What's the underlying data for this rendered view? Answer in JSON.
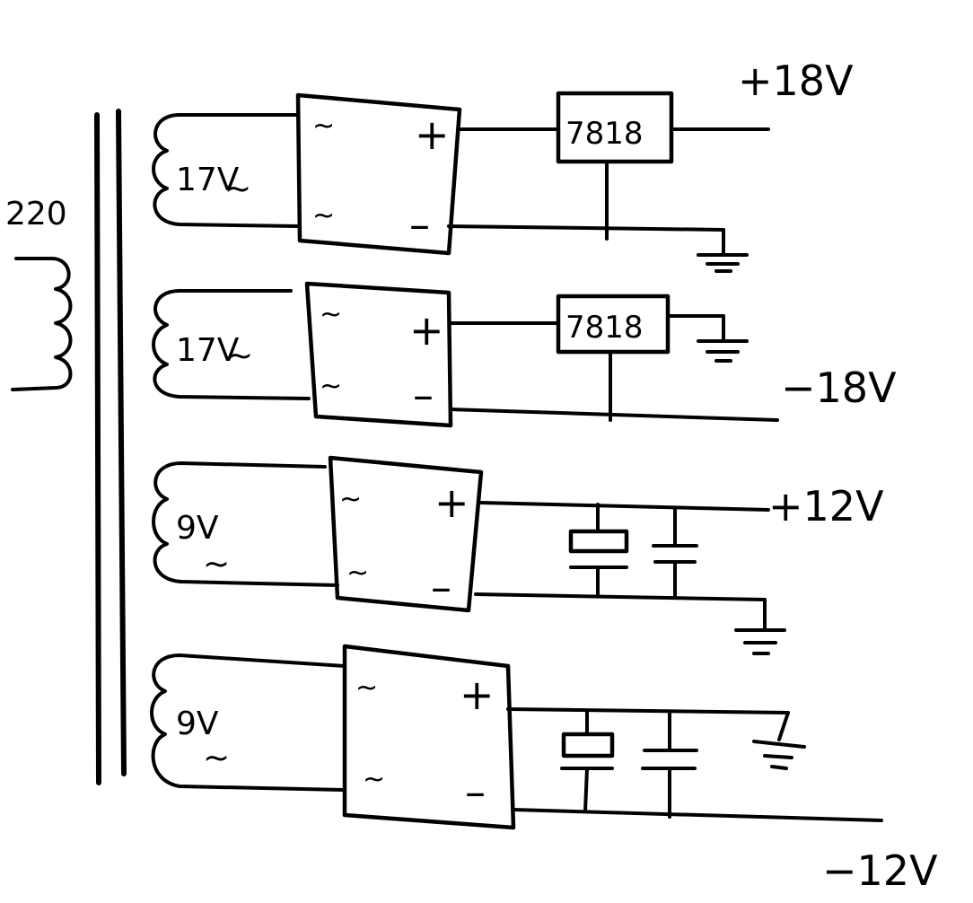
{
  "mains_label": "220",
  "stages": [
    {
      "winding": "17V",
      "rectifier": {
        "ac1": "~",
        "ac2": "~",
        "plus": "+",
        "minus": "–"
      },
      "regulator": "7818",
      "output": "+18V"
    },
    {
      "winding": "17V",
      "rectifier": {
        "ac1": "~",
        "ac2": "~",
        "plus": "+",
        "minus": "–"
      },
      "regulator": "7818",
      "output": "−18V"
    },
    {
      "winding": "9V",
      "rectifier": {
        "ac1": "~",
        "ac2": "~",
        "plus": "+",
        "minus": "–"
      },
      "output": "+12V"
    },
    {
      "winding": "9V",
      "rectifier": {
        "ac1": "~",
        "ac2": "~",
        "plus": "+",
        "minus": "–"
      },
      "output": "−12V"
    }
  ],
  "ac_mark": "~"
}
